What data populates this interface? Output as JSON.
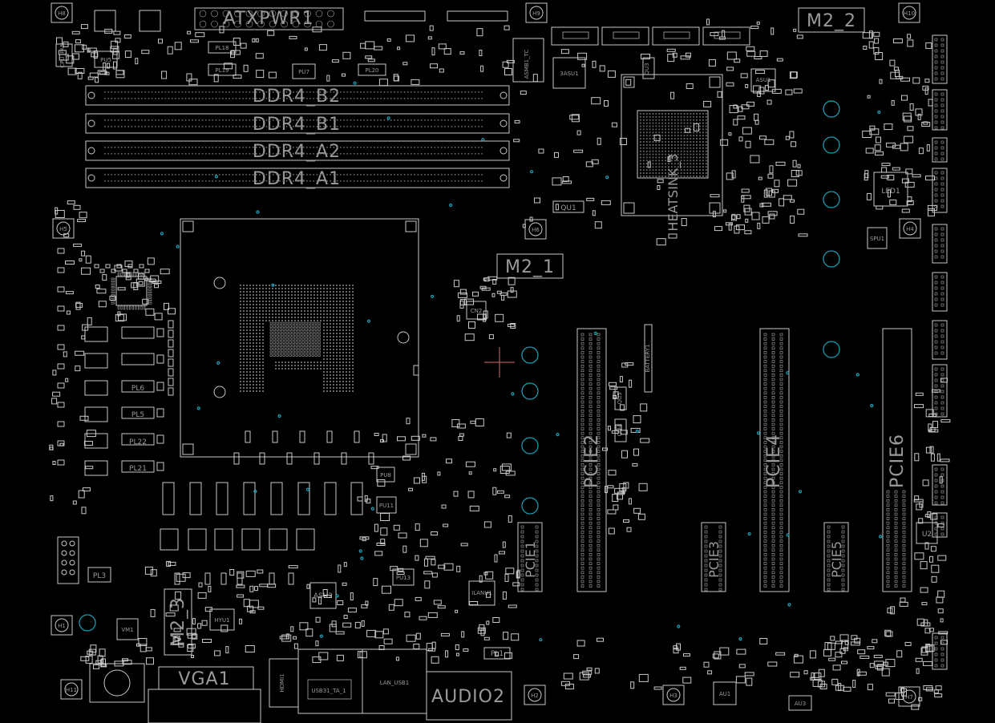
{
  "labels": {
    "atxpwr": "ATXPWR1",
    "m2_2": "M2_2",
    "m2_1": "M2_1",
    "m2_3": "M2_3",
    "ddr_b2": "DDR4_B2",
    "ddr_b1": "DDR4_B1",
    "ddr_a2": "DDR4_A2",
    "ddr_a1": "DDR4_A1",
    "heatsink": "HEATSINK_3",
    "pcie1": "PCIE1",
    "pcie2": "PCIE2",
    "pcie3": "PCIE3",
    "pcie4": "PCIE4",
    "pcie5": "PCIE5",
    "pcie6": "PCIE6",
    "audio2": "AUDIO2",
    "vga": "VGA1",
    "asu2": "ASU2",
    "led1": "LED1",
    "u2": "U2",
    "au1": "AU1",
    "au3": "AU3",
    "qu1": "QU1",
    "qu4": "QU4",
    "qu5": "QU5",
    "lanu1": "ILANU1",
    "hdmi": "HDMI1",
    "usb": "USB31_TA_1",
    "lan": "LAN_USB1",
    "h1": "H1",
    "h2": "H2",
    "h3": "H3",
    "h4": "H4",
    "h5": "H5",
    "h6": "H6",
    "h7": "H7",
    "h8": "H8",
    "h9": "H9",
    "h10": "H10",
    "h11": "H11",
    "pl3": "PL3",
    "pl5": "PL5",
    "pl6": "PL6",
    "pl21": "PL21",
    "pl22": "PL22",
    "pl1": "PL1",
    "pl18": "PL18",
    "pl19": "PL19",
    "pl20": "PL20",
    "pu5": "PU5",
    "pu7": "PU7",
    "pu8": "PU8",
    "pu11": "PU11",
    "pu13": "PU13",
    "cpu_fan": "CPU_FAN",
    "battery": "BATTERY1",
    "cn2": "CN2",
    "sp1": "SPU1",
    "asu1": "ASU1",
    "3asu1": "3ASU1",
    "qu3": "QU3",
    "bmc": "ASMB1_TC",
    "vm1": "VM1",
    "hyu1": "HYU1"
  },
  "colors": {
    "background": "#000000",
    "outline": "#c8c8c8",
    "label": "#9a9a9a",
    "mounting_hole": "#1aa3b8",
    "origin_cross": "#b05a5a"
  }
}
